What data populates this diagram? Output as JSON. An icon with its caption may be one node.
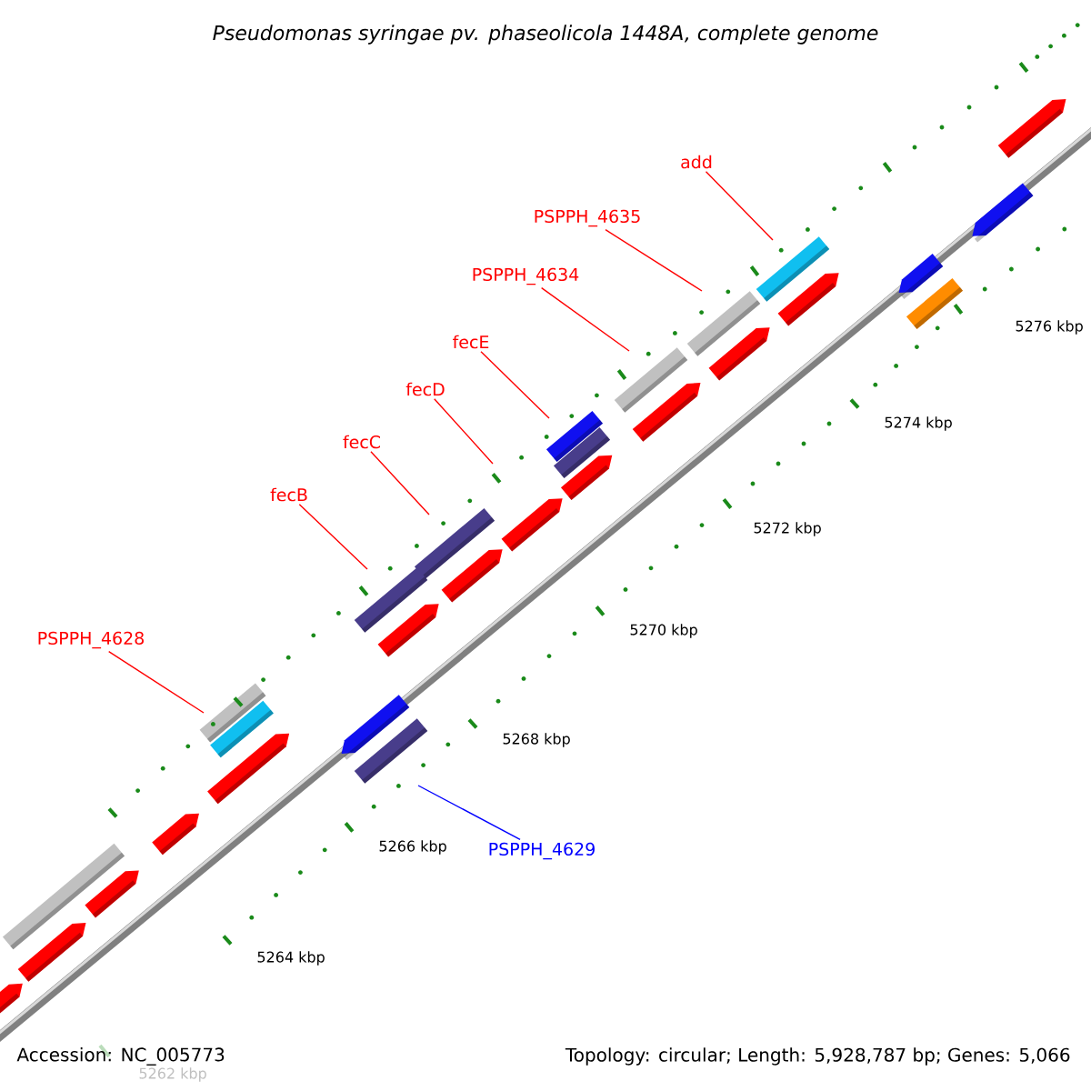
{
  "diagram": {
    "title": "Pseudomonas syringae pv. phaseolicola 1448A, complete genome",
    "nodes": [
      {
        "text": [
          "add"
        ]
      },
      {
        "text": [
          "PSPPH_4635"
        ]
      },
      {
        "text": [
          "PSPPH_4634"
        ]
      },
      {
        "text": [
          "fecE"
        ]
      },
      {
        "text": [
          "fecD"
        ]
      },
      {
        "text": [
          "fecC"
        ]
      },
      {
        "text": [
          "fecB"
        ]
      },
      {
        "text": [
          "PSPPH_4628"
        ]
      },
      {
        "text": [
          "PSPPH_4629"
        ]
      }
    ],
    "edges": [
      {
        "from": 0,
        "to": null,
        "arrow": "none"
      },
      {
        "from": 1,
        "to": null,
        "arrow": "none"
      },
      {
        "from": 2,
        "to": null,
        "arrow": "none"
      },
      {
        "from": 3,
        "to": null,
        "arrow": "none"
      },
      {
        "from": 4,
        "to": null,
        "arrow": "none"
      },
      {
        "from": 5,
        "to": null,
        "arrow": "none"
      },
      {
        "from": 6,
        "to": null,
        "arrow": "none"
      },
      {
        "from": 7,
        "to": null,
        "arrow": "none"
      },
      {
        "from": 8,
        "to": null,
        "arrow": "none",
        "color": "#0000ff"
      }
    ],
    "labels": [
      "5276 kbp",
      "5274 kbp",
      "5272 kbp",
      "5270 kbp",
      "5268 kbp",
      "5266 kbp",
      "5264 kbp",
      "Accession: NC_005773",
      "5262 kbp",
      "Topology: circular; Length: 5,928,787 bp; Genes: 5,066"
    ]
  }
}
